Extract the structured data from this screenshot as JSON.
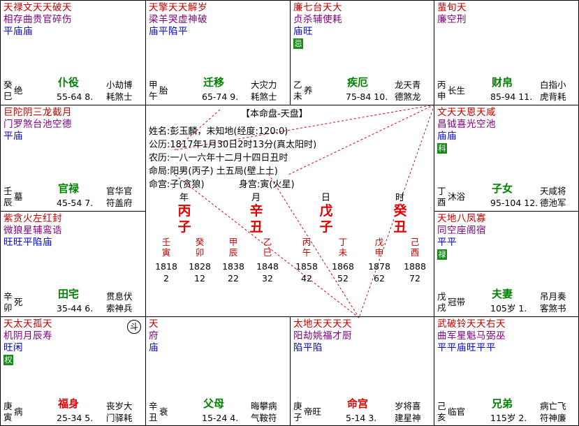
{
  "palaces": [
    {
      "id": "si",
      "rows": [
        "天禄文天天破天",
        "相存曲贵官碎伤",
        "平庙庙"
      ],
      "hua": "",
      "stem": "癸巳",
      "life": "绝",
      "palace": "仆役",
      "age": "55-64 8.",
      "small1": "小劫博",
      "small2": "耗煞士",
      "dou": ""
    },
    {
      "id": "wu",
      "rows": [
        "天擎天天解岁",
        "梁羊哭虚神破",
        "庙平陷平"
      ],
      "hua": "",
      "stem": "甲午",
      "life": "胎",
      "palace": "迁移",
      "age": "65-74 9.",
      "small1": "大灾力",
      "small2": "耗煞士",
      "dou": ""
    },
    {
      "id": "wei",
      "rows": [
        "廉七台天大",
        "贞杀辅使耗",
        "庙旺"
      ],
      "hua": "忌",
      "stem": "乙未",
      "life": "养",
      "palace": "疾厄",
      "age": "75-84 10.",
      "small1": "龙天青",
      "small2": "德煞龙",
      "dou": ""
    },
    {
      "id": "shen",
      "rows": [
        "蜚旬天",
        "廉空刑",
        ""
      ],
      "hua": "",
      "stem": "丙申",
      "life": "长生",
      "palace": "财帛",
      "age": "85-94 11.",
      "small1": "白指小",
      "small2": "虎背耗",
      "dou": ""
    },
    {
      "id": "chen",
      "rows": [
        "巨陀阴三龙截月",
        "门罗煞台池空德",
        "平庙"
      ],
      "hua": "",
      "stem": "壬辰",
      "life": "墓",
      "palace": "官禄",
      "age": "45-54 7.",
      "small1": "官华官",
      "small2": "符盖府",
      "dou": ""
    },
    {
      "id": "you",
      "rows": [
        "文天天恩天咸",
        "昌钺喜光空池",
        "庙庙"
      ],
      "hua": "科",
      "stem": "丁酉",
      "life": "沐浴",
      "palace": "子女",
      "age": "95-104 12.",
      "small1": "天咸将",
      "small2": "德池军",
      "dou": ""
    },
    {
      "id": "mao",
      "rows": [
        "紫贪火左红封",
        "微狼星辅鸾诰",
        "旺旺平陷庙"
      ],
      "hua": "",
      "stem": "辛卯",
      "life": "死",
      "palace": "田宅",
      "age": "35-44 6.",
      "small1": "贯息伏",
      "small2": "索神兵",
      "dou": ""
    },
    {
      "id": "xu",
      "rows": [
        "天地八凤寡",
        "同空座阁宿",
        "平平"
      ],
      "hua": "禄",
      "stem": "戊戌",
      "life": "冠带",
      "palace": "夫妻",
      "age": "105岁 1.",
      "small1": "吊月奏",
      "small2": "客煞书",
      "dou": ""
    },
    {
      "id": "yin",
      "rows": [
        "天太天孤天",
        "机阴月辰寿",
        "旺闲"
      ],
      "hua": "权",
      "stem": "庚寅",
      "life": "病",
      "palace": "福身",
      "age": "25-34 5.",
      "small1": "丧岁大",
      "small2": "门驿耗",
      "dou": "斗"
    },
    {
      "id": "chou",
      "rows": [
        "天",
        "府",
        "庙"
      ],
      "hua": "",
      "stem": "辛丑",
      "life": "衰",
      "palace": "父母",
      "age": "15-24 4.",
      "small1": "晦攀病",
      "small2": "气鞍符",
      "dou": ""
    },
    {
      "id": "zi",
      "rows": [
        "太地天天天天",
        "阳劫姚福才厨",
        "陷平陷"
      ],
      "hua": "",
      "stem": "庚子",
      "life": "帝旺",
      "palace": "命宫",
      "age": "5-14 3.",
      "small1": "岁将喜",
      "small2": "建星神",
      "dou": ""
    },
    {
      "id": "hai",
      "rows": [
        "武破铃天天右天",
        "曲军星魁马弼巫",
        "平平庙旺平平"
      ],
      "hua": "",
      "stem": "己亥",
      "life": "临官",
      "palace": "兄弟",
      "age": "115岁 2.",
      "small1": "病亡飞",
      "small2": "符神廉",
      "dou": ""
    }
  ],
  "center": {
    "title": "【本命盘-天盘】",
    "name": "姓名:彭玉麟，未知地(经度:120:0)",
    "gregorian": "公历:1817年1月30日2时13分(真太阳时)",
    "lunar": "农历:一八一六年十二月十四日丑时",
    "ju": "命局:阳男(丙子)      土五局(壁上土)",
    "minggong": "命宫:子(贪狼)",
    "shengong": "身宫:寅(火星)",
    "pillar_labels": [
      "年",
      "月",
      "日",
      "时"
    ],
    "pillars": [
      [
        "丙",
        "子"
      ],
      [
        "辛",
        "丑"
      ],
      [
        "戊",
        "子"
      ],
      [
        "癸",
        "丑"
      ]
    ],
    "decades": [
      [
        "壬",
        "寅"
      ],
      [
        "癸",
        "卯"
      ],
      [
        "甲",
        "辰"
      ],
      [
        "乙",
        "巳"
      ],
      [
        "丙",
        "午"
      ],
      [
        "丁",
        "未"
      ],
      [
        "戊",
        "申"
      ],
      [
        "己",
        "酉"
      ]
    ],
    "decade_years": [
      "1818",
      "1828",
      "1838",
      "1848",
      "1858",
      "1868",
      "1878",
      "1888"
    ],
    "decade_ages": [
      "2",
      "12",
      "22",
      "32",
      "42",
      "52",
      "62",
      "72"
    ]
  },
  "colors": {
    "red": "#c00000",
    "purple": "#800080",
    "blue": "#0000cc",
    "green": "#008000",
    "hua_bg": "#1a8a1a"
  }
}
